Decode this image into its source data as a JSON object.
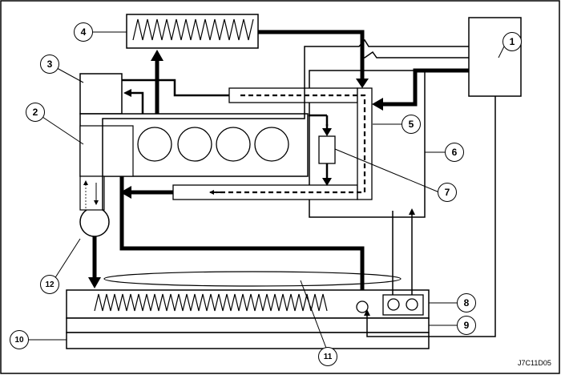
{
  "diagram": {
    "callouts": [
      "1",
      "2",
      "3",
      "4",
      "5",
      "6",
      "7",
      "8",
      "9",
      "10",
      "11",
      "12"
    ],
    "figure_code": "J7C11D05"
  }
}
